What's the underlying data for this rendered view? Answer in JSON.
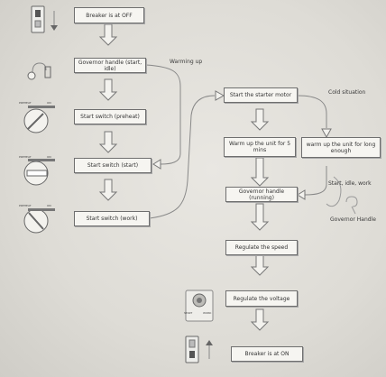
{
  "steps": {
    "breaker_off": "Breaker is at OFF",
    "governor_start_idle": "Governor handle (start, idle)",
    "start_switch_preheat": "Start switch (preheat)",
    "start_switch_start": "Start switch (start)",
    "start_switch_work": "Start switch (work)",
    "start_motor": "Start the starter motor",
    "warm_up_5": "Warm up the unit for 5 mins",
    "warm_up_long": "warm up the unit for long enough",
    "governor_running": "Governor handle (running)",
    "regulate_speed": "Regulate the speed",
    "regulate_voltage": "Regulate the voltage",
    "breaker_on": "Breaker is at ON"
  },
  "notes": {
    "warming_up": "Warming up",
    "cold_situation": "Cold situation",
    "start_idle_work": "Start, idle, work",
    "governor_handle": "Governor Handle"
  },
  "icon_labels": {
    "preheat_left": "PREHEAT",
    "off": "OFF",
    "on": "ON",
    "start": "START",
    "work": "WORK"
  },
  "colors": {
    "box_fill": "#f6f5f1",
    "box_border": "#6f6f6f",
    "arrow_fill": "#f3f2ee",
    "background": "#dedcd6"
  }
}
